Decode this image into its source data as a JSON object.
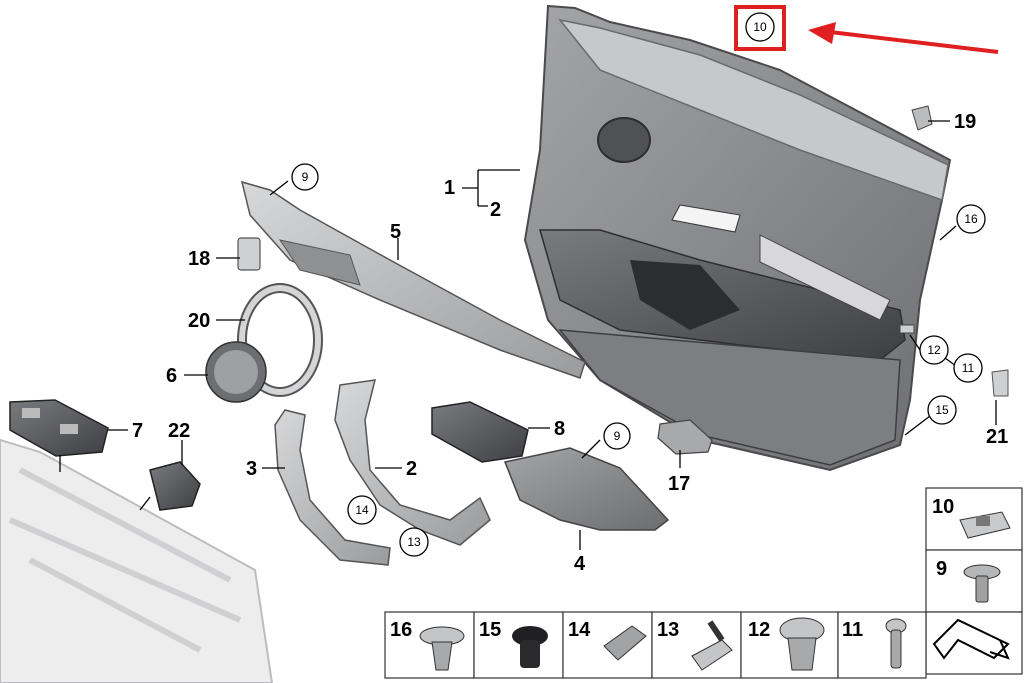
{
  "callouts": {
    "c1": "1",
    "c2": "2",
    "c3": "3",
    "c4": "4",
    "c5": "5",
    "c6": "6",
    "c7": "7",
    "c8": "8",
    "c9a": "9",
    "c9b": "9",
    "c10": "10",
    "c11": "11",
    "c12": "12",
    "c13": "13",
    "c14": "14",
    "c15": "15",
    "c16": "16",
    "c17": "17",
    "c18": "18",
    "c19": "19",
    "c20": "20",
    "c21": "21",
    "c22": "22",
    "c2b": "2"
  },
  "legend": {
    "right": [
      {
        "label": "10",
        "icon": "trim-clip-icon"
      },
      {
        "label": "9",
        "icon": "screw-icon"
      },
      {
        "label": "",
        "icon": "fold-arrow-icon"
      }
    ],
    "bottom": [
      {
        "label": "16",
        "icon": "expanding-rivet-icon"
      },
      {
        "label": "15",
        "icon": "rubber-plug-icon"
      },
      {
        "label": "14",
        "icon": "clip-icon"
      },
      {
        "label": "13",
        "icon": "bracket-icon"
      },
      {
        "label": "12",
        "icon": "nut-icon"
      },
      {
        "label": "11",
        "icon": "screw-icon"
      }
    ]
  },
  "colors": {
    "highlight": "#e02020",
    "panel": "#8f9092",
    "panel_dark": "#5c5d60",
    "trim": "#b9babc"
  }
}
